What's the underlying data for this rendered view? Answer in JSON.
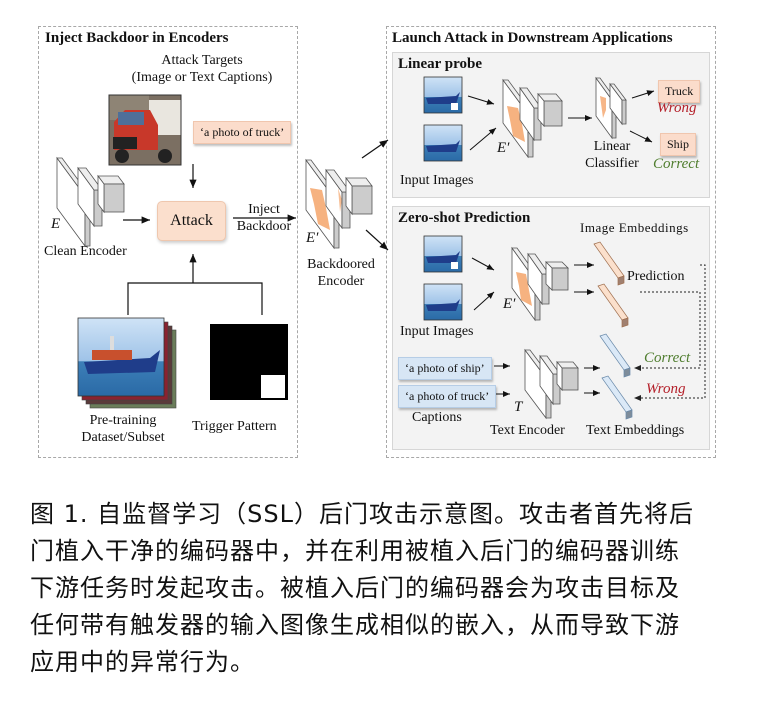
{
  "left_panel": {
    "title": "Inject Backdoor in Encoders",
    "attack_targets_line1": "Attack Targets",
    "attack_targets_line2": "(Image or Text Captions)",
    "target_image": "truck-photo",
    "target_caption": "‘a photo of truck’",
    "clean_encoder_symbol": "E",
    "clean_encoder_label": "Clean Encoder",
    "attack_label": "Attack",
    "inject_line1": "Inject",
    "inject_line2": "Backdoor",
    "dataset_image": "ship-photo-stack",
    "dataset_line1": "Pre-training",
    "dataset_line2": "Dataset/Subset",
    "trigger_label": "Trigger Pattern"
  },
  "middle": {
    "symbol": "E′",
    "label_line1": "Backdoored",
    "label_line2": "Encoder"
  },
  "right_panel": {
    "title": "Launch Attack in Downstream Applications",
    "linear_probe": {
      "title": "Linear probe",
      "input_label": "Input Images",
      "encoder_symbol": "E′",
      "classifier_line1": "Linear",
      "classifier_line2": "Classifier",
      "outputs": [
        {
          "label": "Truck",
          "verdict": "Wrong"
        },
        {
          "label": "Ship",
          "verdict": "Correct"
        }
      ]
    },
    "zero_shot": {
      "title": "Zero-shot Prediction",
      "image_embeddings_label": "Image Embeddings",
      "prediction_label": "Prediction",
      "input_label": "Input Images",
      "encoder_symbol": "E′",
      "captions": [
        "‘a photo of ship’",
        "‘a photo of truck’"
      ],
      "captions_label": "Captions",
      "text_encoder_symbol": "T",
      "text_encoder_label": "Text Encoder",
      "text_embeddings_label": "Text Embeddings",
      "verdicts": [
        "Correct",
        "Wrong"
      ]
    }
  },
  "colors": {
    "peach": "#fbdfcd",
    "backdoor_orange": "#f4a46a",
    "caption_blue": "#d7e6f5",
    "wrong_red": "#b4202a",
    "correct_green": "#4f7d2e"
  },
  "caption": {
    "line1": "图 1. 自监督学习（SSL）后门攻击示意图。攻击者首先将后",
    "line2": "门植入干净的编码器中，并在利用被植入后门的编码器训练",
    "line3": "下游任务时发起攻击。被植入后门的编码器会为攻击目标及",
    "line4": "任何带有触发器的输入图像生成相似的嵌入，从而导致下游",
    "line5": "应用中的异常行为。"
  }
}
